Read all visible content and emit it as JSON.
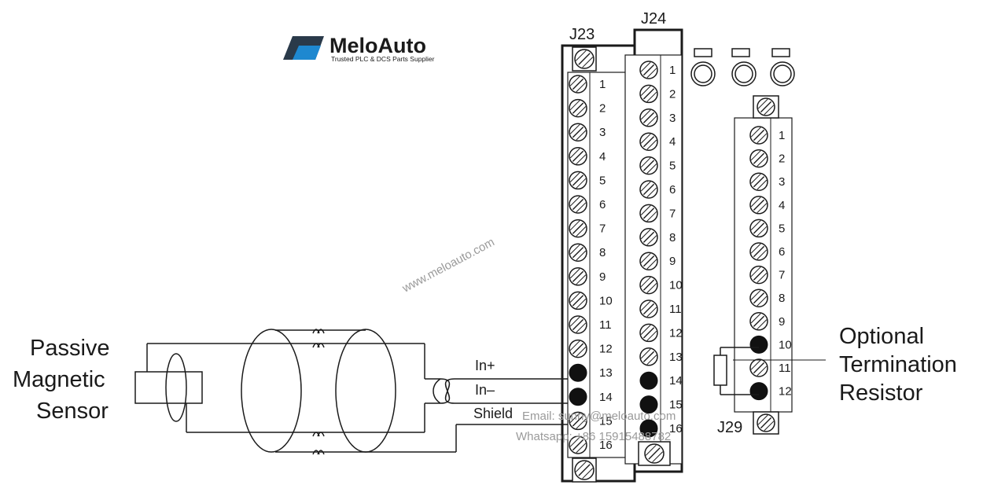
{
  "logo": {
    "name": "MeloAuto",
    "tagline": "Trusted PLC & DCS Parts Supplier",
    "color": "#2a3a4a",
    "accent": "#1e88d0"
  },
  "watermark": {
    "site": "www.meloauto.com",
    "email": "Email: sunny@meloauto.com",
    "whatsapp": "Whatsapp: +86 15915488782"
  },
  "sensor_label": [
    "Passive",
    "Magnetic",
    "Sensor"
  ],
  "resistor_label": [
    "Optional",
    "Termination",
    "Resistor"
  ],
  "wire_labels": {
    "in_plus": "In+",
    "in_minus": "In–",
    "shield": "Shield"
  },
  "connectors": {
    "j23": {
      "name": "J23",
      "terminals": [
        "1",
        "2",
        "3",
        "4",
        "5",
        "6",
        "7",
        "8",
        "9",
        "10",
        "11",
        "12",
        "13",
        "14",
        "15",
        "16"
      ]
    },
    "j24": {
      "name": "J24",
      "terminals": [
        "1",
        "2",
        "3",
        "4",
        "5",
        "6",
        "7",
        "8",
        "9",
        "10",
        "11",
        "12",
        "13",
        "14",
        "15",
        "16"
      ]
    },
    "j29": {
      "name": "J29",
      "terminals": [
        "1",
        "2",
        "3",
        "4",
        "5",
        "6",
        "7",
        "8",
        "9",
        "10",
        "11",
        "12"
      ]
    }
  }
}
